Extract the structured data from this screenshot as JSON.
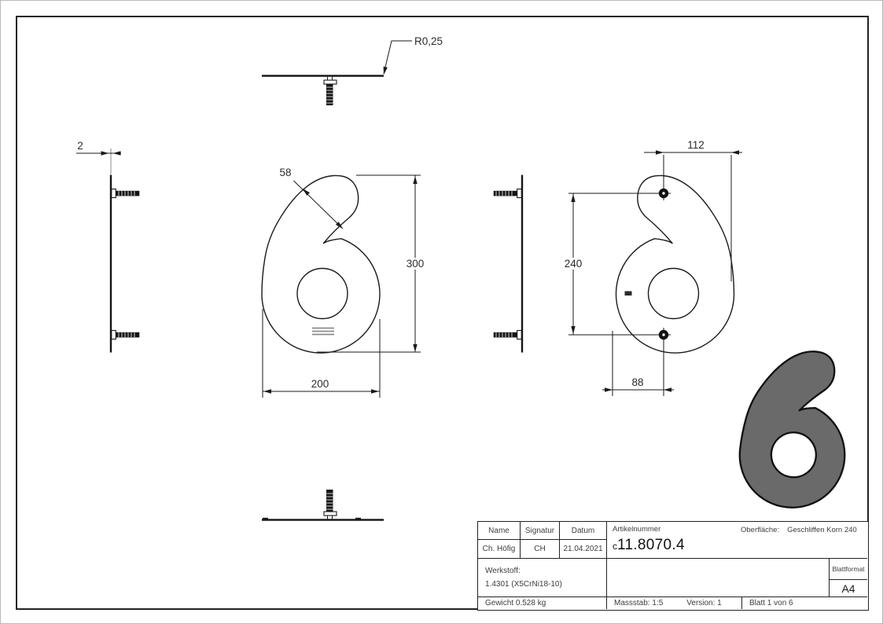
{
  "part": {
    "shape": "numeral-6-house-number"
  },
  "dims": {
    "corner_radius": "R0,25",
    "plate_thickness": "2",
    "stroke_width": "58",
    "overall_height": "300",
    "overall_width": "200",
    "stud_top_to_edge": "112",
    "stud_spacing": "240",
    "stud_bottom_to_edge": "88"
  },
  "title_block": {
    "headers": {
      "name": "Name",
      "signature": "Signatur",
      "date": "Datum"
    },
    "values": {
      "name": "Ch. Höfig",
      "signature": "CH",
      "date": "21.04.2021"
    },
    "article": {
      "label": "Artikelnummer",
      "prefix": "c",
      "number": "11.8070.4"
    },
    "surface": {
      "label": "Oberfläche:",
      "value": "Geschliffen Korn 240"
    },
    "material": {
      "label": "Werkstoff:",
      "value": "1.4301 (X5CrNi18-10)"
    },
    "weight": "Gewicht 0.528 kg",
    "scale": "Massstab: 1:5",
    "version": "Version: 1",
    "sheet": "Blatt 1 von 6",
    "format": {
      "label": "Blattformat",
      "value": "A4"
    }
  },
  "colors": {
    "line": "#1a1a1a",
    "iso_fill": "#6a6a6a",
    "engrave": "#8a8a8a",
    "border": "#232323"
  }
}
